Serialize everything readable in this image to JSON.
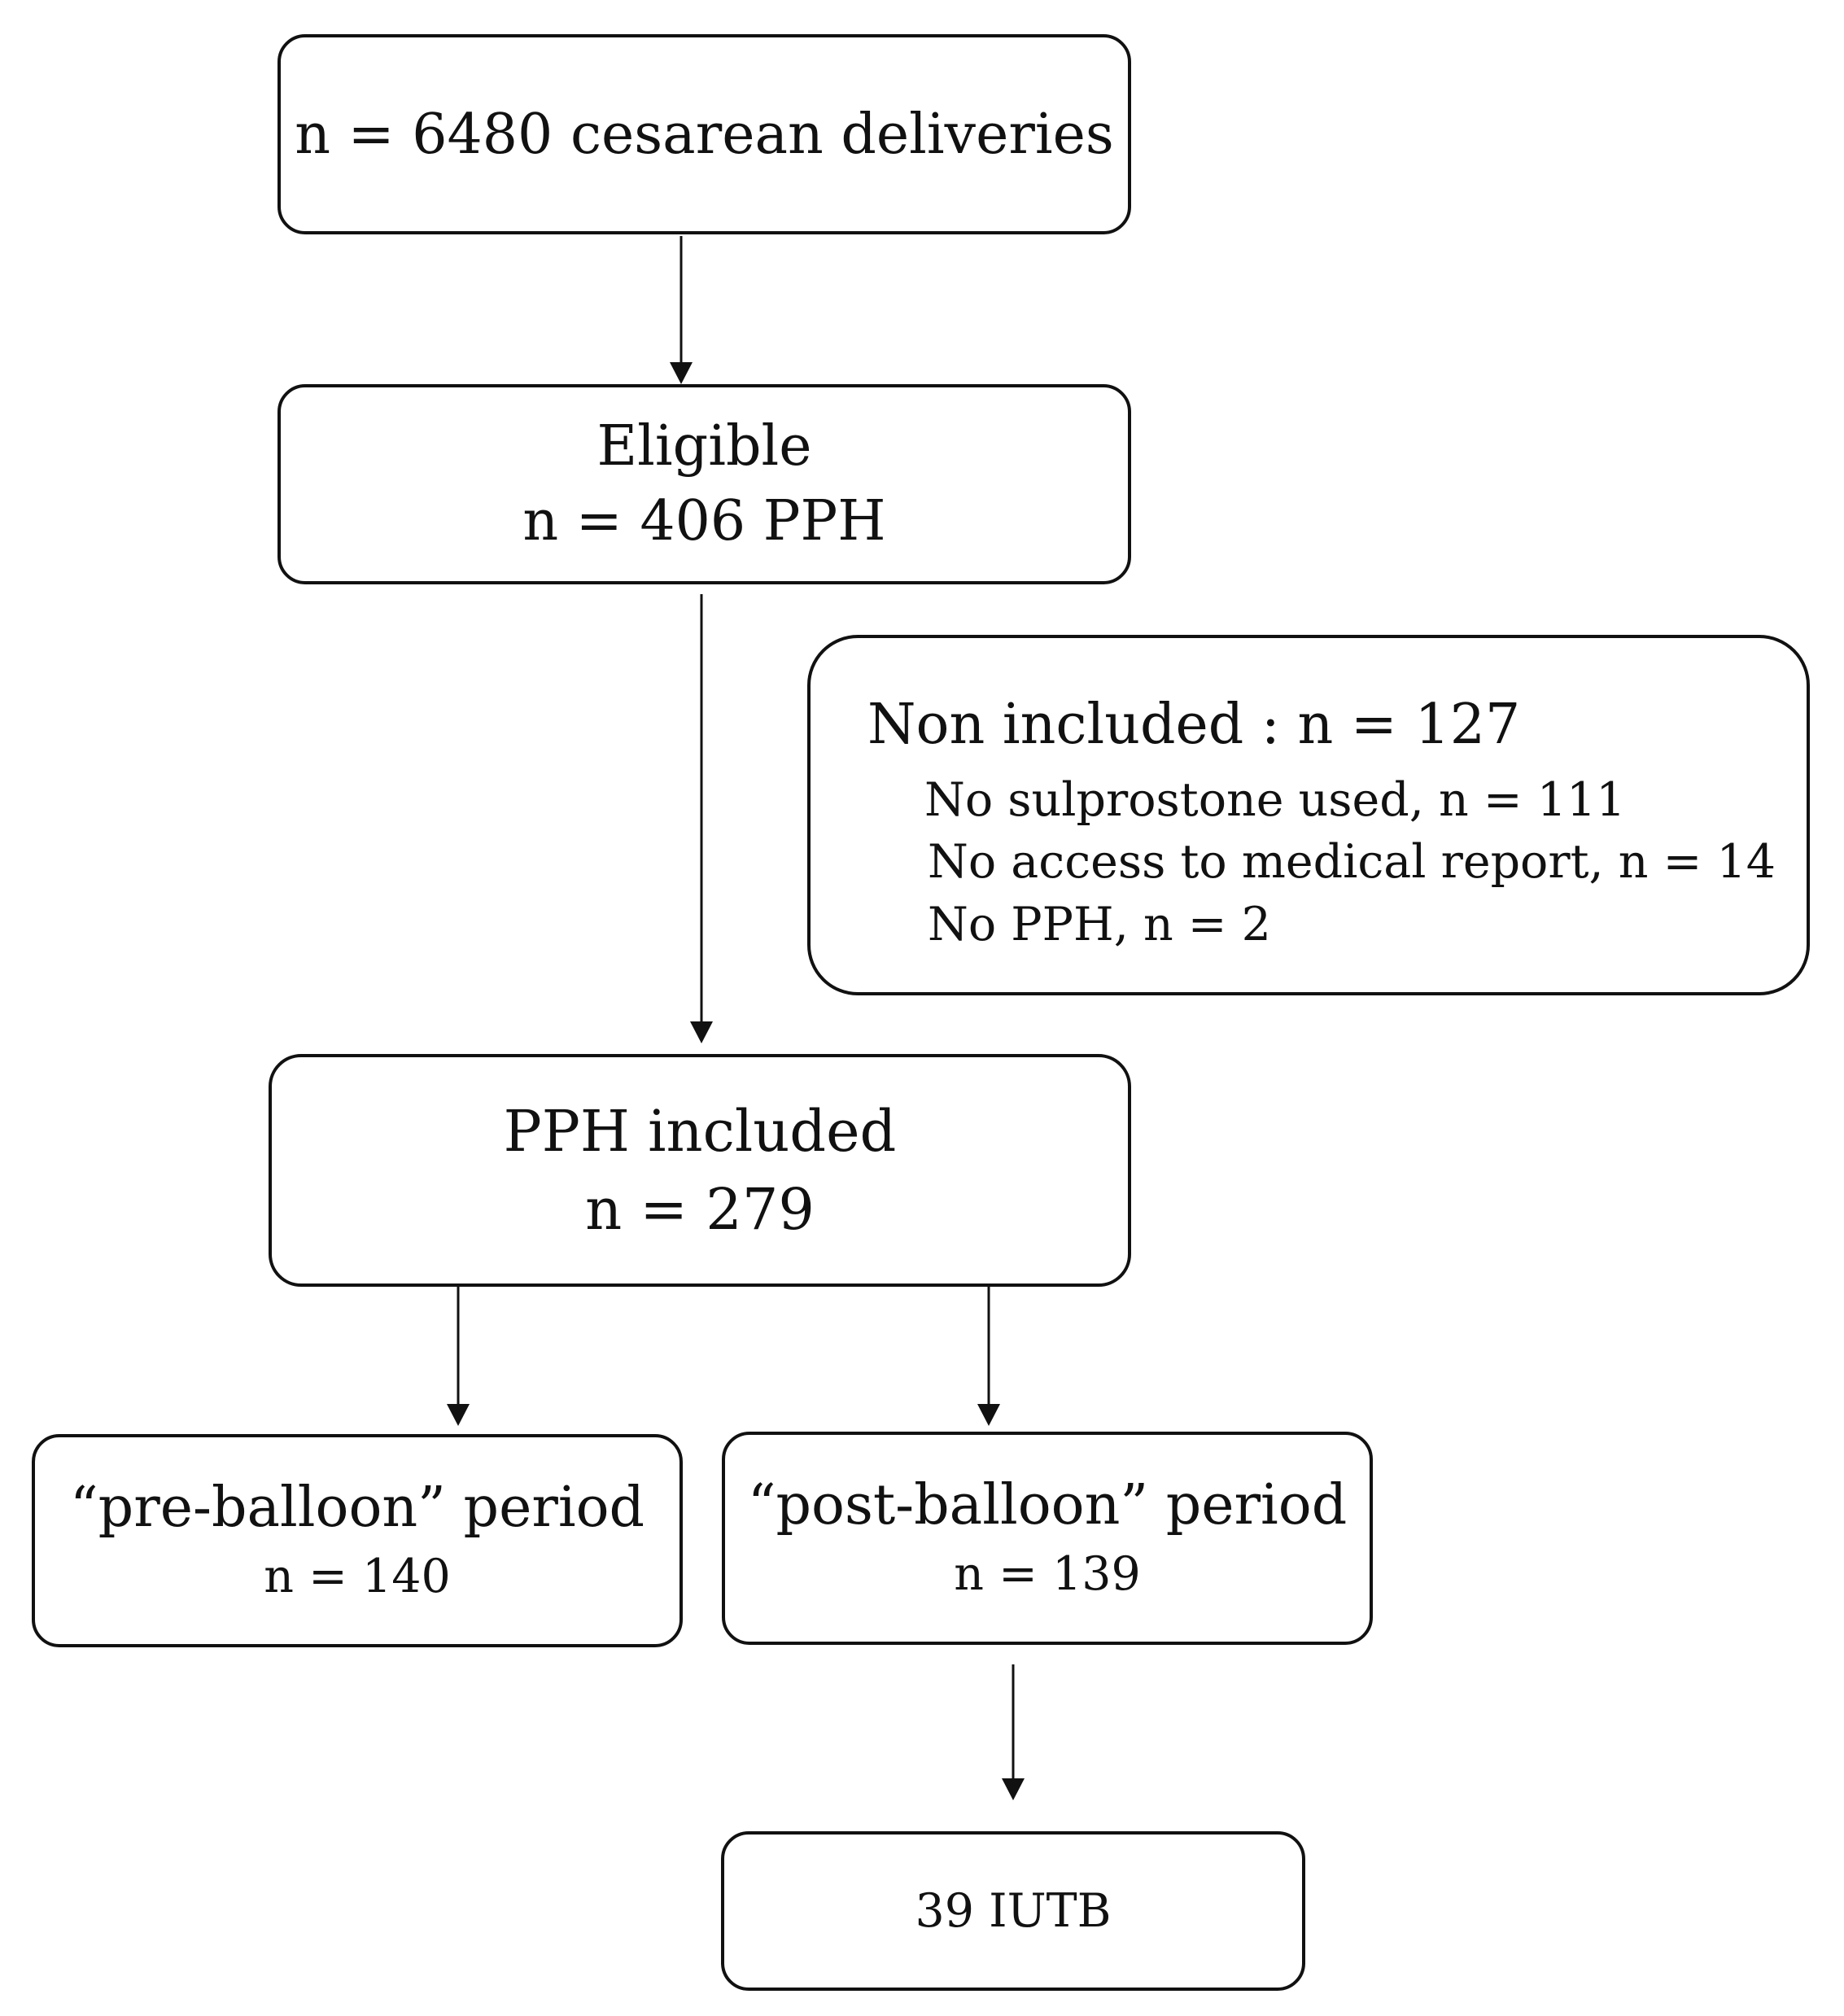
{
  "boxes": {
    "deliveries": {
      "line1": "n = 6480 cesarean deliveries"
    },
    "eligible": {
      "line1": "Eligible",
      "line2": "n = 406 PPH"
    },
    "non_included": {
      "title": "Non included : n = 127",
      "reasons": [
        "No sulprostone used, n = 111",
        "No access to medical report, n = 14",
        "No PPH, n = 2"
      ]
    },
    "pph_included": {
      "line1": "PPH included",
      "line2": "n = 279"
    },
    "pre_balloon": {
      "line1": "“pre-balloon” period",
      "line2": "n = 140"
    },
    "post_balloon": {
      "line1": "“post-balloon” period",
      "line2": "n = 139"
    },
    "iutb": {
      "line1": "39 IUTB"
    }
  }
}
